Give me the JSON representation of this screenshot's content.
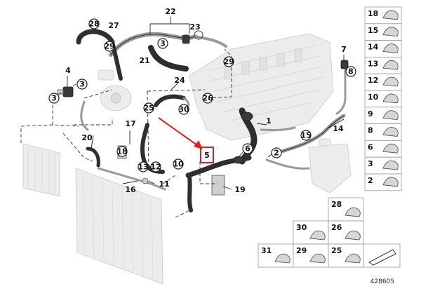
{
  "diagram_id": "428605",
  "highlight": {
    "label": "5",
    "color": "#e02020"
  },
  "callouts": {
    "c1": "1",
    "c2": "2",
    "c3a": "3",
    "c3b": "3",
    "c3c": "3",
    "c4": "4",
    "c5": "5",
    "c6": "6",
    "c7": "7",
    "c8": "8",
    "c10": "10",
    "c11": "11",
    "c12": "12",
    "c13": "13",
    "c14": "14",
    "c15": "15",
    "c16": "16",
    "c17": "17",
    "c18": "18",
    "c19": "19",
    "c20": "20",
    "c21": "21",
    "c22": "22",
    "c23": "23",
    "c24": "24",
    "c25": "25",
    "c26": "26",
    "c27": "27",
    "c28": "28",
    "c29a": "29",
    "c29b": "29",
    "c30": "30"
  },
  "side_legend": [
    "18",
    "15",
    "14",
    "13",
    "12",
    "10",
    "9",
    "8",
    "6",
    "3",
    "2"
  ],
  "bottom_legend": {
    "row1": [
      "28"
    ],
    "row2": [
      "30",
      "26"
    ],
    "row3": [
      "31",
      "29",
      "25"
    ]
  }
}
